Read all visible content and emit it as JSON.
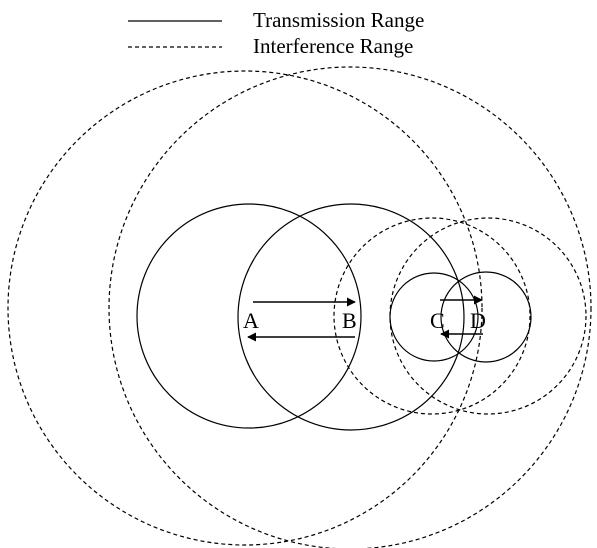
{
  "legend": {
    "transmission": {
      "label": "Transmission Range",
      "line_style": "solid"
    },
    "interference": {
      "label": "Interference Range",
      "line_style": "dashed"
    }
  },
  "nodes": [
    {
      "id": "A",
      "label": "A"
    },
    {
      "id": "B",
      "label": "B"
    },
    {
      "id": "C",
      "label": "C"
    },
    {
      "id": "D",
      "label": "D"
    }
  ],
  "links": [
    {
      "from": "A",
      "to": "B"
    },
    {
      "from": "B",
      "to": "A"
    },
    {
      "from": "C",
      "to": "D"
    },
    {
      "from": "D",
      "to": "C"
    }
  ],
  "ranges": [
    {
      "node": "A",
      "kind": "transmission"
    },
    {
      "node": "B",
      "kind": "transmission"
    },
    {
      "node": "C",
      "kind": "transmission"
    },
    {
      "node": "D",
      "kind": "transmission"
    },
    {
      "node": "A",
      "kind": "interference"
    },
    {
      "node": "B",
      "kind": "interference"
    },
    {
      "node": "C",
      "kind": "interference"
    },
    {
      "node": "D",
      "kind": "interference"
    }
  ],
  "colors": {
    "stroke": "#000000",
    "background": "#ffffff"
  }
}
